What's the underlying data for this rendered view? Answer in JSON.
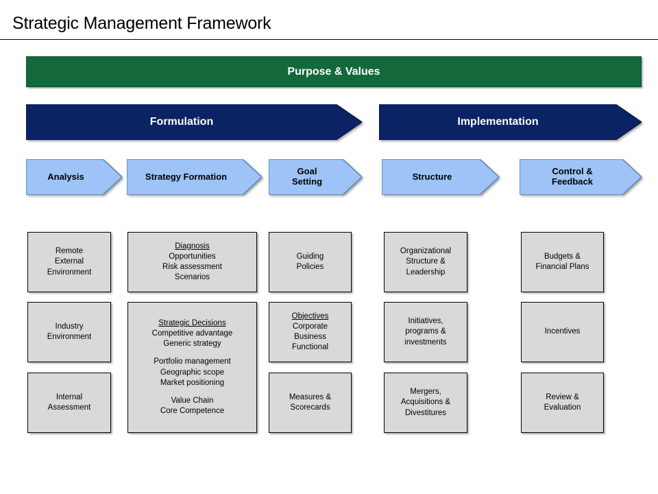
{
  "title": "Strategic Management Framework",
  "colors": {
    "banner_green": "#13693b",
    "phase_navy": "#0b2265",
    "stage_blue": "#9dc3f7",
    "box_gray": "#d9d9d9",
    "text_white": "#ffffff",
    "text_black": "#000000"
  },
  "banner": {
    "label": "Purpose & Values"
  },
  "phases": [
    {
      "label": "Formulation"
    },
    {
      "label": "Implementation"
    }
  ],
  "stages": [
    {
      "label": "Analysis"
    },
    {
      "label": "Strategy Formation"
    },
    {
      "label": "Goal\nSetting"
    },
    {
      "label": "Structure"
    },
    {
      "label": "Control &\nFeedback"
    }
  ],
  "columns": [
    {
      "name": "analysis",
      "boxes": [
        {
          "heading": "",
          "text": "Remote\nExternal\nEnvironment"
        },
        {
          "heading": "",
          "text": "Industry\nEnvironment"
        },
        {
          "heading": "",
          "text": "Internal\nAssessment"
        }
      ]
    },
    {
      "name": "strategy-formation",
      "boxes": [
        {
          "heading": "Diagnosis",
          "text": "Opportunities\nRisk assessment\nScenarios"
        },
        {
          "heading": "Strategic Decisions",
          "groups": [
            "Competitive advantage\nGeneric strategy",
            "Portfolio management\nGeographic scope\nMarket positioning",
            "Value Chain\nCore Competence"
          ]
        }
      ]
    },
    {
      "name": "goal-setting",
      "boxes": [
        {
          "heading": "",
          "text": "Guiding\nPolicies"
        },
        {
          "heading": "Objectives",
          "text": "Corporate\nBusiness\nFunctional"
        },
        {
          "heading": "",
          "text": "Measures &\nScorecards"
        }
      ]
    },
    {
      "name": "structure",
      "boxes": [
        {
          "heading": "",
          "text": "Organizational\nStructure &\nLeadership"
        },
        {
          "heading": "",
          "text": "Initiatives,\nprograms &\ninvestments"
        },
        {
          "heading": "",
          "text": "Mergers,\nAcquisitions &\nDivestitures"
        }
      ]
    },
    {
      "name": "control-feedback",
      "boxes": [
        {
          "heading": "",
          "text": "Budgets &\nFinancial Plans"
        },
        {
          "heading": "",
          "text": "Incentives"
        },
        {
          "heading": "",
          "text": "Review &\nEvaluation"
        }
      ]
    }
  ]
}
